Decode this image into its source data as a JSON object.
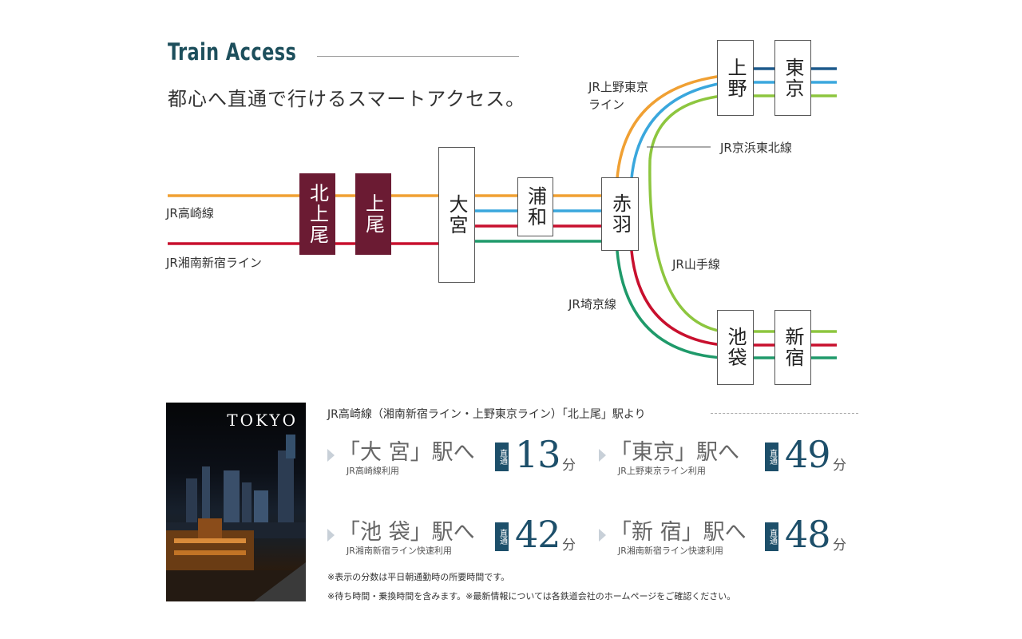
{
  "header": {
    "title": "Train Access",
    "subtitle": "都心へ直通で行けるスマートアクセス。"
  },
  "lines": {
    "takasaki": "JR高崎線",
    "shonan": "JR湘南新宿ライン",
    "ueno_tokyo_1": "JR上野東京",
    "ueno_tokyo_2": "ライン",
    "keihin": "JR京浜東北線",
    "yamanote": "JR山手線",
    "saikyo": "JR埼京線"
  },
  "colors": {
    "takasaki": "#f0a033",
    "keihin": "#3aa7dd",
    "shonan": "#c8102e",
    "saikyo": "#1f9a6a",
    "yamanote": "#8dc63f",
    "ueno_tokyo": "#1d5a8c",
    "station_dark": "#6b1b33"
  },
  "stations": {
    "kitaageo": "北上尾",
    "ageo": "上尾",
    "omiya": "大宮",
    "urawa": "浦和",
    "akabane": "赤羽",
    "ueno": "上野",
    "tokyo": "東京",
    "ikebukuro": "池袋",
    "shinjuku": "新宿"
  },
  "photo": {
    "label": "TOKYO"
  },
  "route": {
    "heading": "JR高崎線（湘南新宿ライン・上野東京ライン）「北上尾」駅より",
    "badge": "直通",
    "unit": "分",
    "destinations": [
      {
        "name": "「大 宮」駅へ",
        "via": "JR高崎線利用",
        "minutes": "13"
      },
      {
        "name": "「東京」駅へ",
        "via": "JR上野東京ライン利用",
        "minutes": "49"
      },
      {
        "name": "「池 袋」駅へ",
        "via": "JR湘南新宿ライン快速利用",
        "minutes": "42"
      },
      {
        "name": "「新 宿」駅へ",
        "via": "JR湘南新宿ライン快速利用",
        "minutes": "48"
      }
    ],
    "note1": "※表示の分数は平日朝通勤時の所要時間です。",
    "note2": "※待ち時間・乗換時間を含みます。※最新情報については各鉄道会社のホームページをご確認ください。"
  }
}
